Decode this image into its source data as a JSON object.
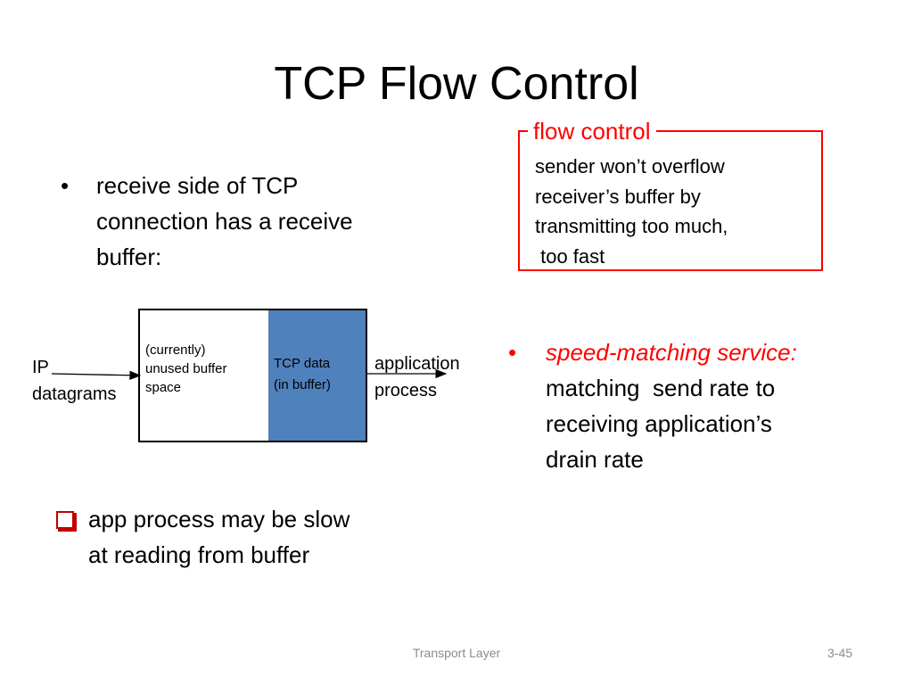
{
  "slide": {
    "title": "TCP Flow Control",
    "bullet1": [
      "receive side of TCP",
      "connection has a receive",
      "buffer:"
    ],
    "flow_control": {
      "label": "flow control",
      "lines": [
        "sender won’t overflow",
        "receiver’s buffer by",
        "transmitting too much,",
        " too fast"
      ]
    },
    "diagram": {
      "unused_lines": [
        "(currently)",
        "unused buffer",
        "space"
      ],
      "tcp_lines": [
        "TCP data",
        "(in buffer)"
      ],
      "ip_lines": [
        "IP",
        "datagrams"
      ],
      "app_lines": [
        "application",
        "process"
      ]
    },
    "bullet2": {
      "emphasis": "speed-matching service:",
      "lines": [
        "matching  send rate to",
        "receiving application’s",
        "drain rate"
      ]
    },
    "bullet3": [
      "app process may be slow",
      "at reading from buffer"
    ],
    "footer": {
      "center": "Transport Layer",
      "page": "3-45"
    },
    "colors": {
      "accent": "#ff0000",
      "buffer_fill": "#4f81bd",
      "footer_text": "#8c8c8c"
    }
  }
}
